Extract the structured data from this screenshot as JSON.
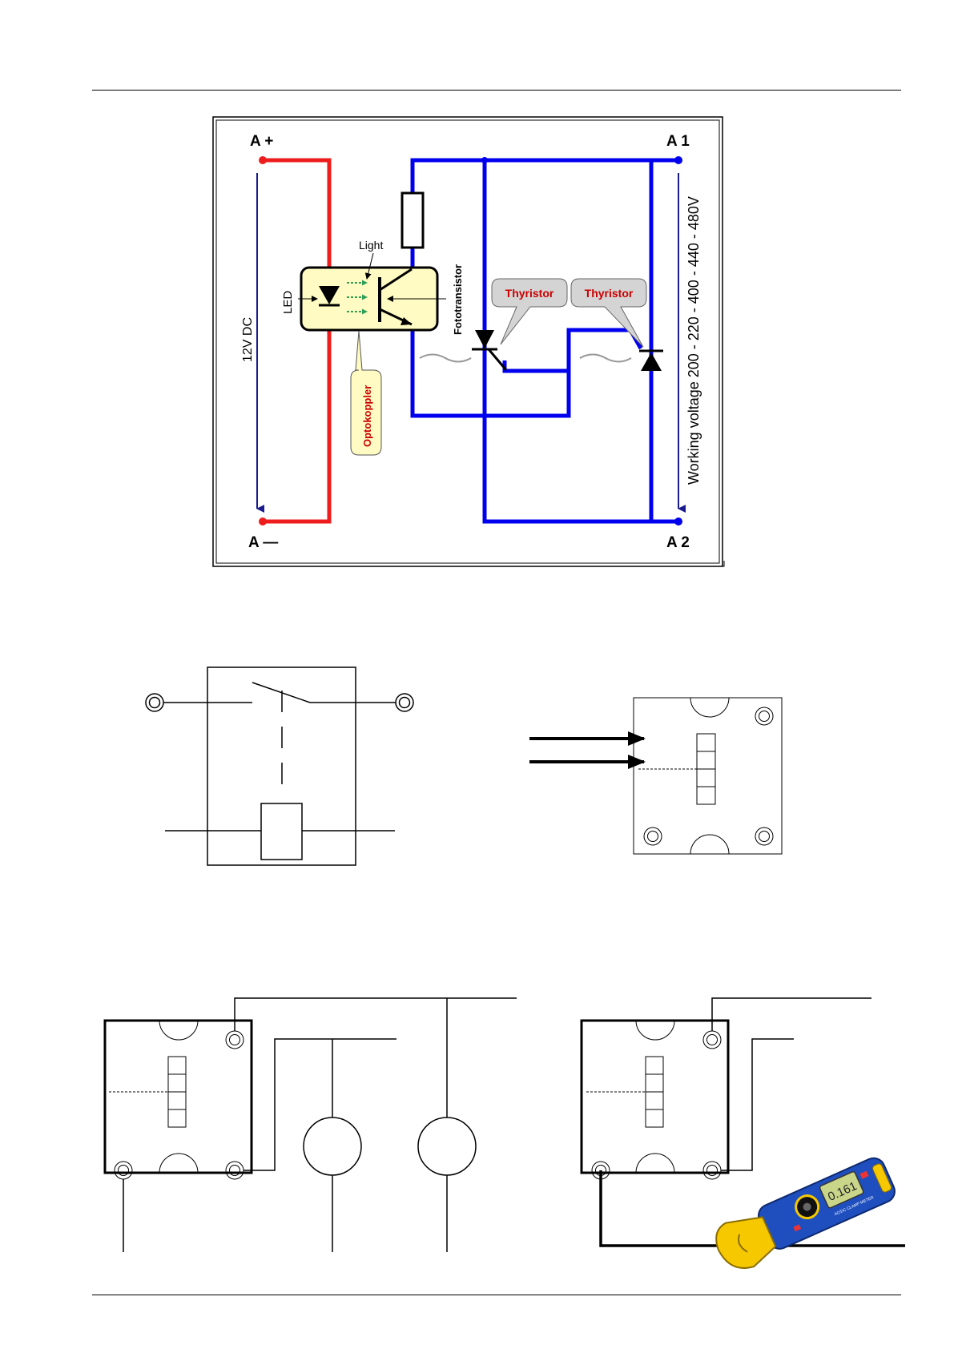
{
  "figure1": {
    "terminals": {
      "a_plus": "A +",
      "a_minus": "A —",
      "a1": "A 1",
      "a2": "A 2"
    },
    "labels": {
      "control_voltage": "12V DC",
      "working_voltage": "Working voltage 200 - 220 - 400 - 440 - 480V",
      "led": "LED",
      "light": "Light",
      "fototransistor": "Fototransistor"
    },
    "callouts": {
      "optokoppler": "Optokoppler",
      "thyristor_1": "Thyristor",
      "thyristor_2": "Thyristor"
    },
    "colors": {
      "control_circuit": "#ee1c1c",
      "load_circuit": "#0000ee",
      "arrow": "#1a1a8c",
      "optocoupler_fill": "#fffbc2",
      "callout_text": "#cc0000",
      "light_arrows": "#2e9e58"
    }
  },
  "figure2": {},
  "figure3": {},
  "figure4": {
    "meter_labels": {
      "brand": "AC/DC CLAMP METER",
      "display": "0.161"
    },
    "meter_colors": {
      "body": "#1f4fbf",
      "jaw": "#f5c800",
      "lcd": "#c9d68a"
    }
  }
}
